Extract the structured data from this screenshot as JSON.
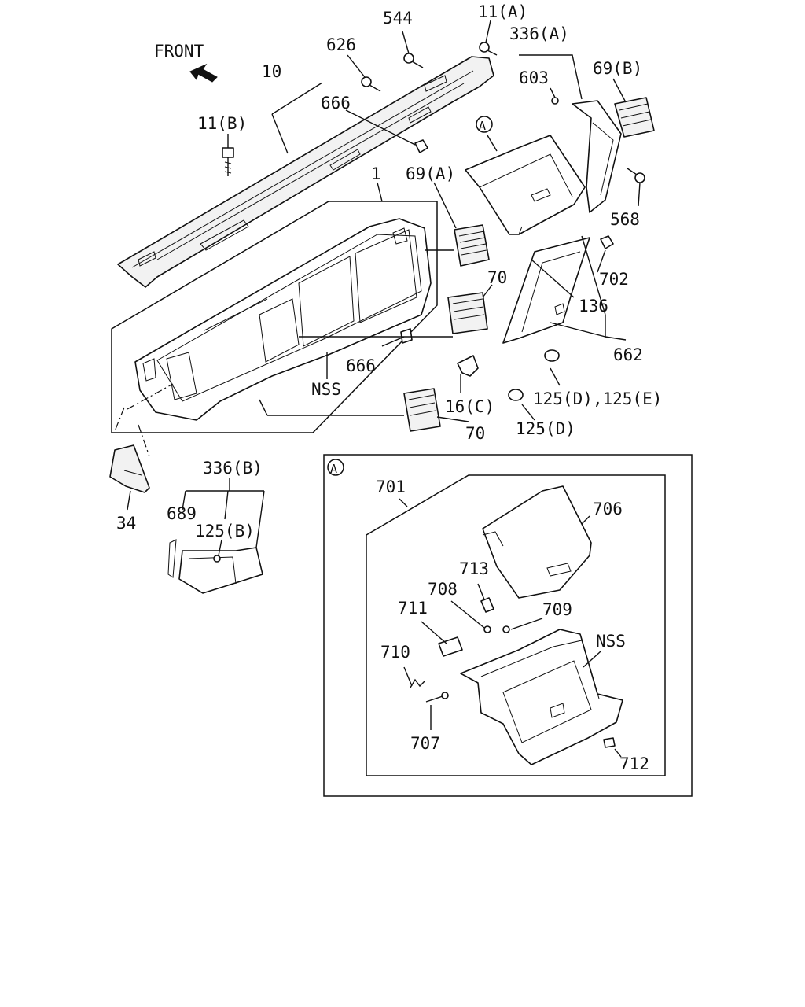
{
  "diagram": {
    "front_label": "FRONT",
    "callouts": {
      "p544": "544",
      "p11a": "11(A)",
      "p336a": "336(A)",
      "p626": "626",
      "p603": "603",
      "p69b": "69(B)",
      "p10": "10",
      "p666_top": "666",
      "p11b": "11(B)",
      "circle_a_main": "A",
      "p1": "1",
      "p69a": "69(A)",
      "p568": "568",
      "p70_upper": "70",
      "p702": "702",
      "p136": "136",
      "p666_mid": "666",
      "p662": "662",
      "nss_main": "NSS",
      "p125de": "125(D),125(E)",
      "p16c": "16(C)",
      "p70_lower": "70",
      "p125d": "125(D)",
      "p336b": "336(B)",
      "p689": "689",
      "p125b": "125(B)",
      "p34": "34"
    },
    "detail": {
      "circle_a": "A",
      "p701": "701",
      "p706": "706",
      "p713": "713",
      "p708": "708",
      "p709": "709",
      "p711": "711",
      "nss": "NSS",
      "p710": "710",
      "p707": "707",
      "p712": "712"
    }
  }
}
